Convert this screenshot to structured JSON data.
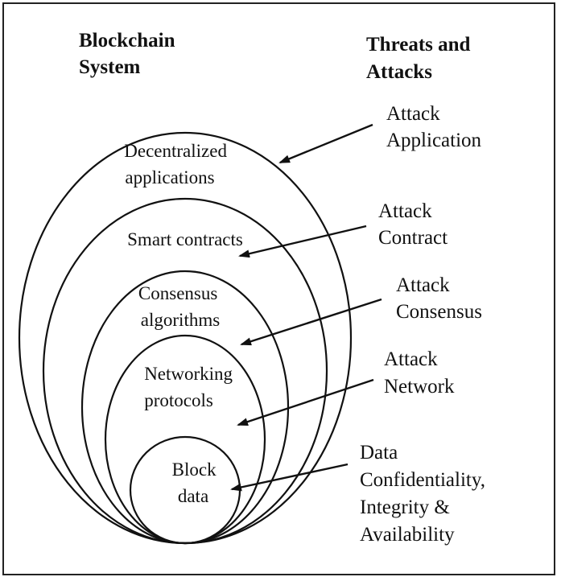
{
  "headers": {
    "left": [
      "Blockchain",
      "System"
    ],
    "right": [
      "Threats and",
      "Attacks"
    ]
  },
  "layers": [
    {
      "lines": [
        "Decentralized",
        "applications"
      ]
    },
    {
      "lines": [
        "Smart contracts"
      ]
    },
    {
      "lines": [
        "Consensus",
        "algorithms"
      ]
    },
    {
      "lines": [
        "Networking",
        "protocols"
      ]
    },
    {
      "lines": [
        "Block",
        "data"
      ]
    }
  ],
  "threats": [
    {
      "lines": [
        "Attack",
        "Application"
      ]
    },
    {
      "lines": [
        "Attack",
        "Contract"
      ]
    },
    {
      "lines": [
        "Attack",
        "Consensus"
      ]
    },
    {
      "lines": [
        "Attack",
        "Network"
      ]
    },
    {
      "lines": [
        "Data",
        "Confidentiality,",
        "Integrity &",
        "Availability"
      ]
    }
  ]
}
